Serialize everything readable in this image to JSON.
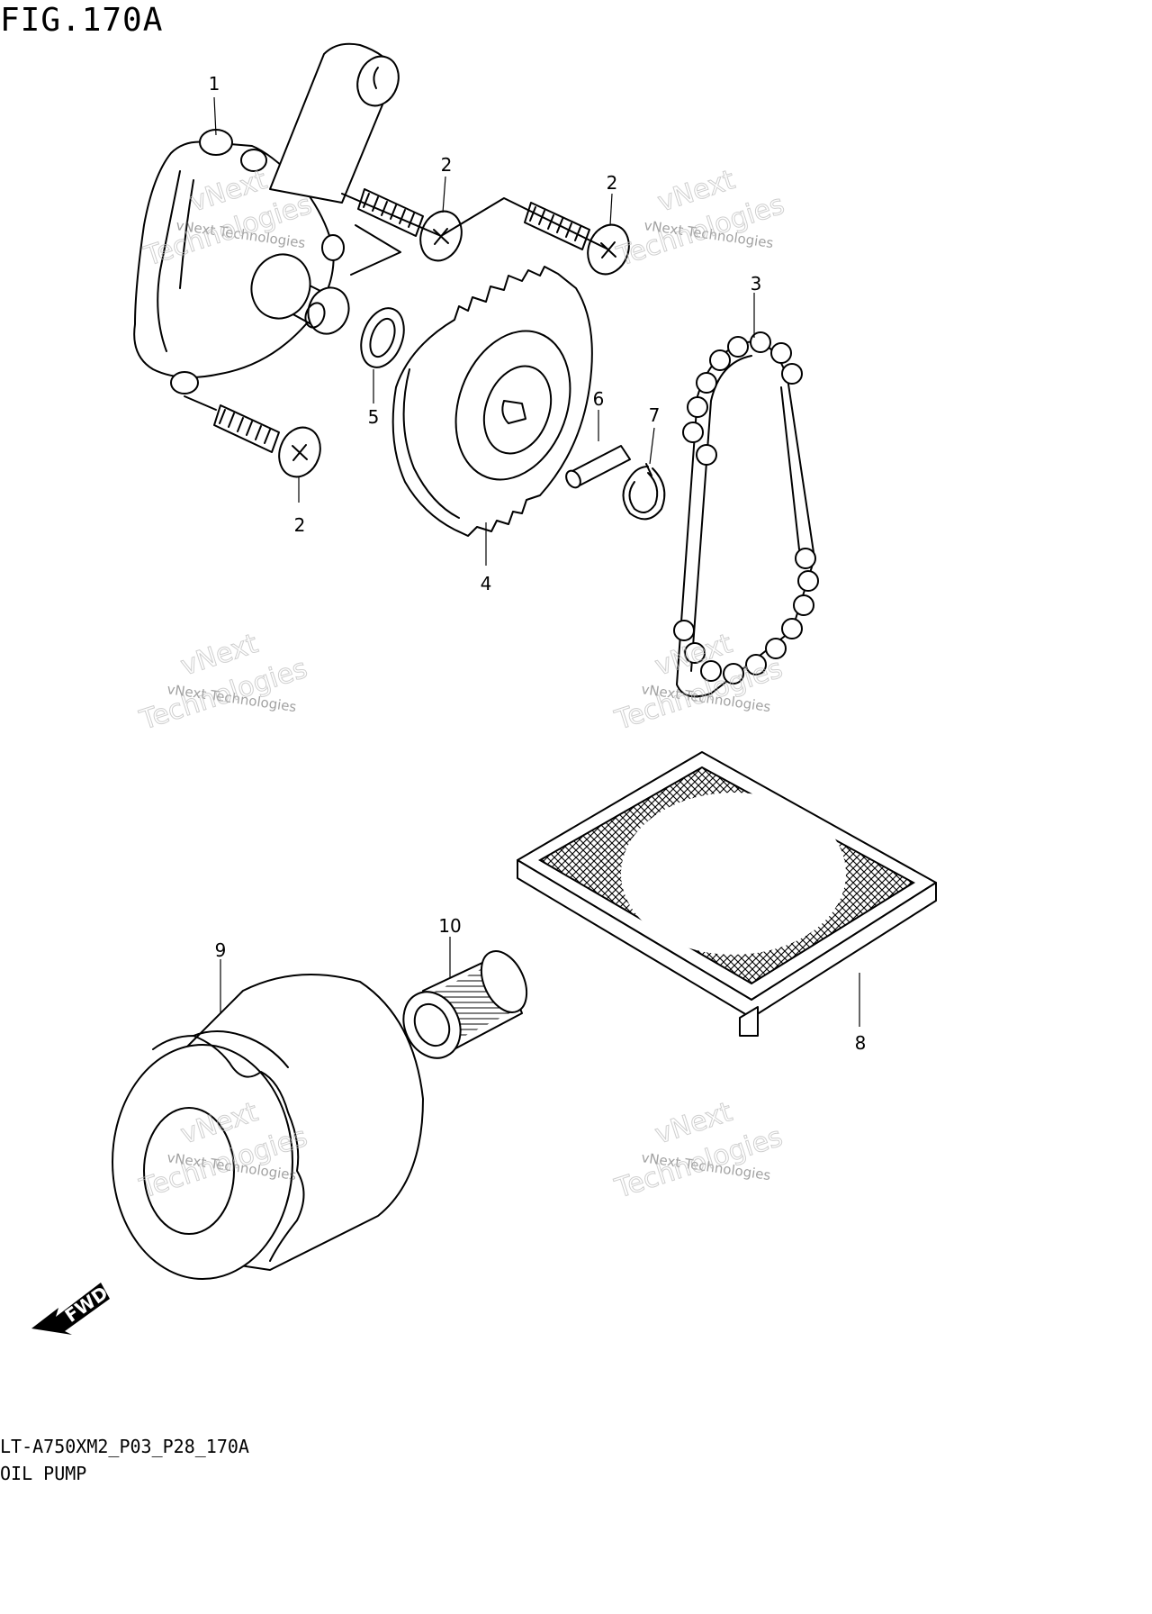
{
  "figure": {
    "title": "FIG.170A",
    "code": "LT-A750XM2_P03_P28_170A",
    "name": "OIL PUMP"
  },
  "callouts": {
    "c1": "1",
    "c2a": "2",
    "c2b": "2",
    "c2c": "2",
    "c3": "3",
    "c4": "4",
    "c5": "5",
    "c6": "6",
    "c7": "7",
    "c8": "8",
    "c9": "9",
    "c10": "10"
  },
  "fwd_arrow": {
    "label": "FWD"
  },
  "watermark": {
    "small": "vNext Technologies",
    "big1": "vNext",
    "big2": "Technologies"
  },
  "colors": {
    "line": "#000000",
    "background": "#ffffff",
    "watermark": "#bbbbbb"
  }
}
